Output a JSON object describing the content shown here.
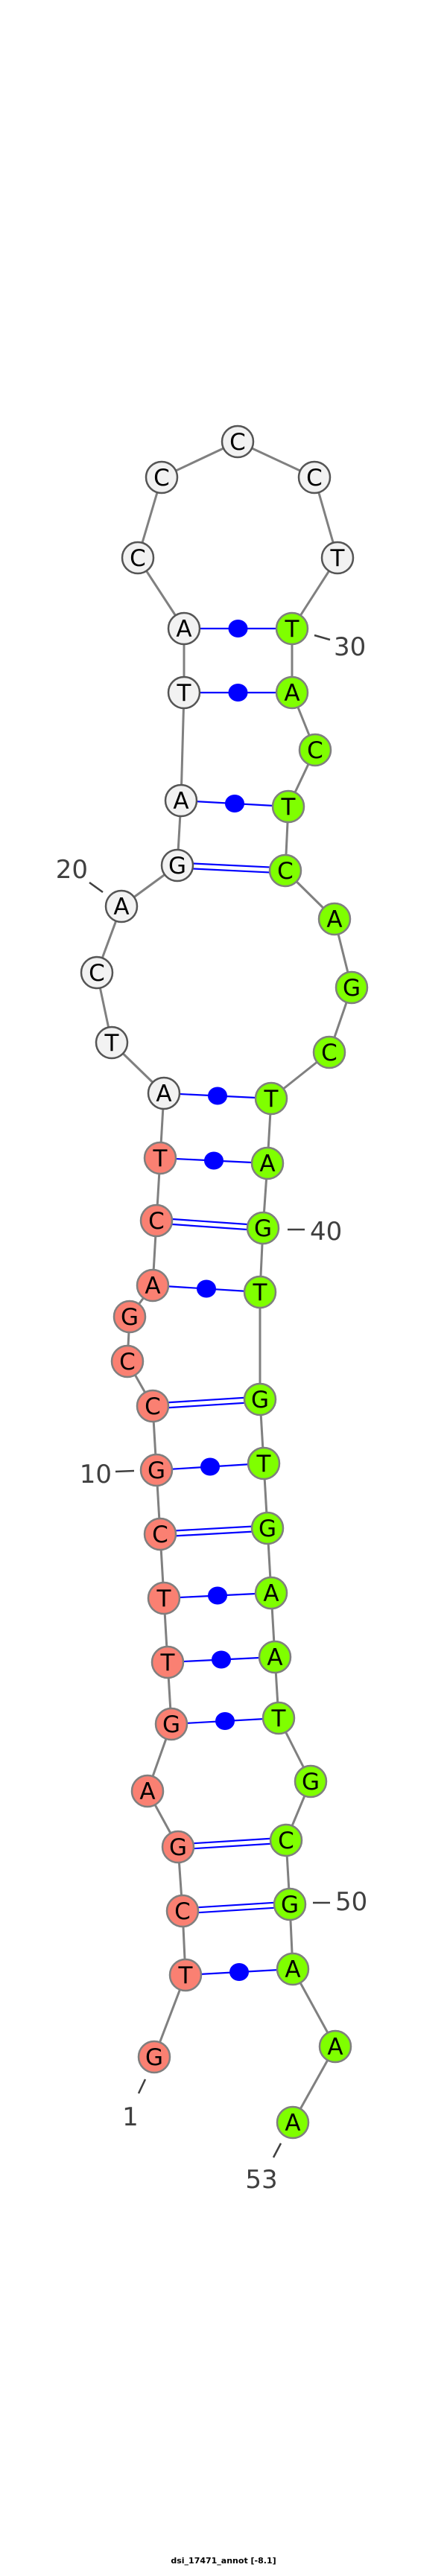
{
  "title": "dsi_17471_annot [-8.1]",
  "sequence": "GTCGAGTTCGCCGACTATCAGATACCCCTTACTCAGCTAGTGTGAATGCGAAA",
  "regions": [
    {
      "name": "5-prime-strand",
      "from": 1,
      "to": 16,
      "color": "#fa8072"
    },
    {
      "name": "loop",
      "from": 17,
      "to": 29,
      "color": "#f2f2f2"
    },
    {
      "name": "3-prime-strand",
      "from": 30,
      "to": 53,
      "color": "#7fff00"
    }
  ],
  "pairs": [
    [
      2,
      51
    ],
    [
      3,
      50
    ],
    [
      4,
      49
    ],
    [
      6,
      47
    ],
    [
      7,
      46
    ],
    [
      8,
      45
    ],
    [
      9,
      44
    ],
    [
      10,
      43
    ],
    [
      11,
      42
    ],
    [
      14,
      41
    ],
    [
      15,
      40
    ],
    [
      16,
      39
    ],
    [
      17,
      38
    ],
    [
      21,
      34
    ],
    [
      22,
      33
    ],
    [
      23,
      31
    ],
    [
      24,
      30
    ]
  ],
  "position_labels": [
    {
      "index": 1,
      "text": "1"
    },
    {
      "index": 10,
      "text": "10"
    },
    {
      "index": 20,
      "text": "20"
    },
    {
      "index": 30,
      "text": "30"
    },
    {
      "index": 40,
      "text": "40"
    },
    {
      "index": 50,
      "text": "50"
    },
    {
      "index": 53,
      "text": "53"
    }
  ],
  "colors": {
    "backbone": "#808080",
    "pair": "#0000ff",
    "label": "#404040"
  }
}
